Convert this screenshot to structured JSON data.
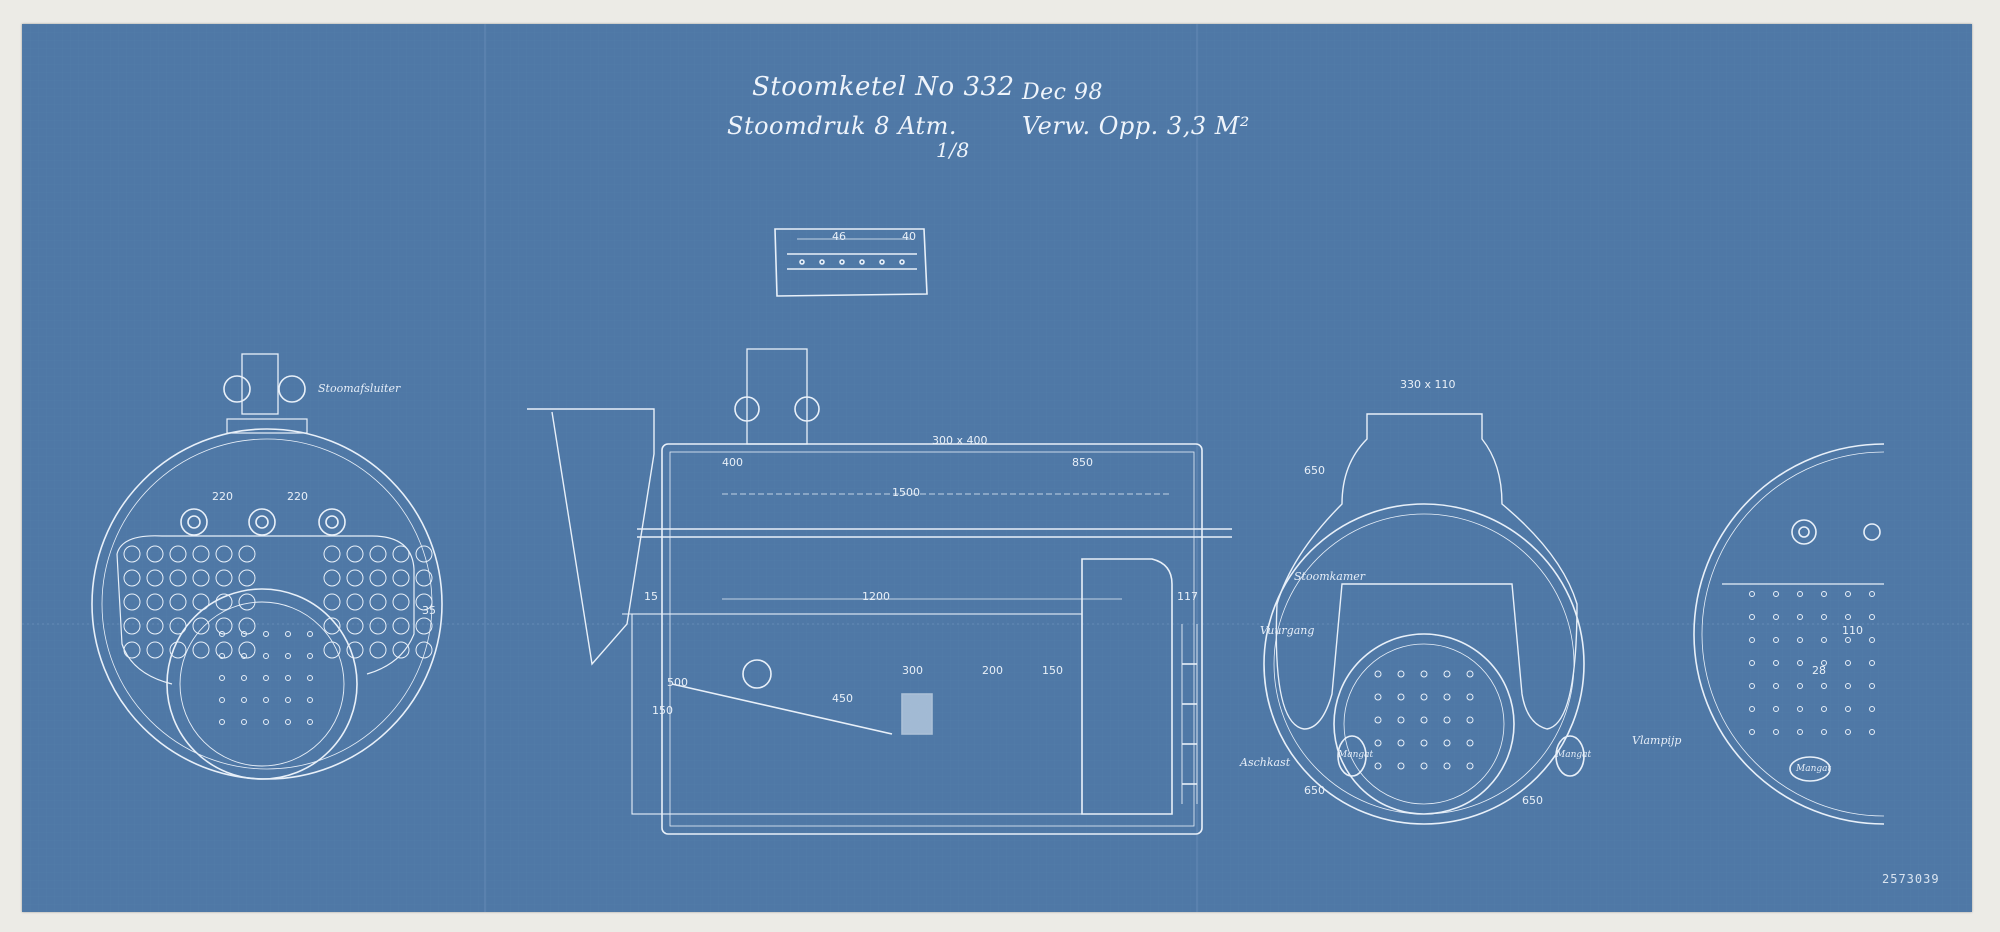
{
  "header": {
    "title": "Stoomketel No 332",
    "date": "Dec 98",
    "pressure": "Stoomdruk 8 Atm.",
    "heating_surface": "Verw. Opp. 3,3 M²",
    "scale": "1/8"
  },
  "detail": {
    "dim_a": "46",
    "dim_b": "40"
  },
  "left_view": {
    "note": "Stoomafsluiter",
    "dims": [
      "220",
      "220",
      "35"
    ]
  },
  "side_view": {
    "dims": [
      "300 x 400",
      "400",
      "850",
      "1500",
      "1200",
      "500",
      "450",
      "15",
      "117",
      "300",
      "150",
      "200",
      "150"
    ]
  },
  "right_view": {
    "top_dim": "330 x 110",
    "labels": [
      "Stoomkamer",
      "Vuurgang",
      "Vlampijp",
      "Aschkast"
    ],
    "hole_labels": [
      "Mangat",
      "Mangat"
    ],
    "dims": [
      "650",
      "650",
      "650"
    ]
  },
  "far_right_view": {
    "dims": [
      "110",
      "28"
    ],
    "hole_label": "Mangat"
  },
  "archive_number": "2573039"
}
